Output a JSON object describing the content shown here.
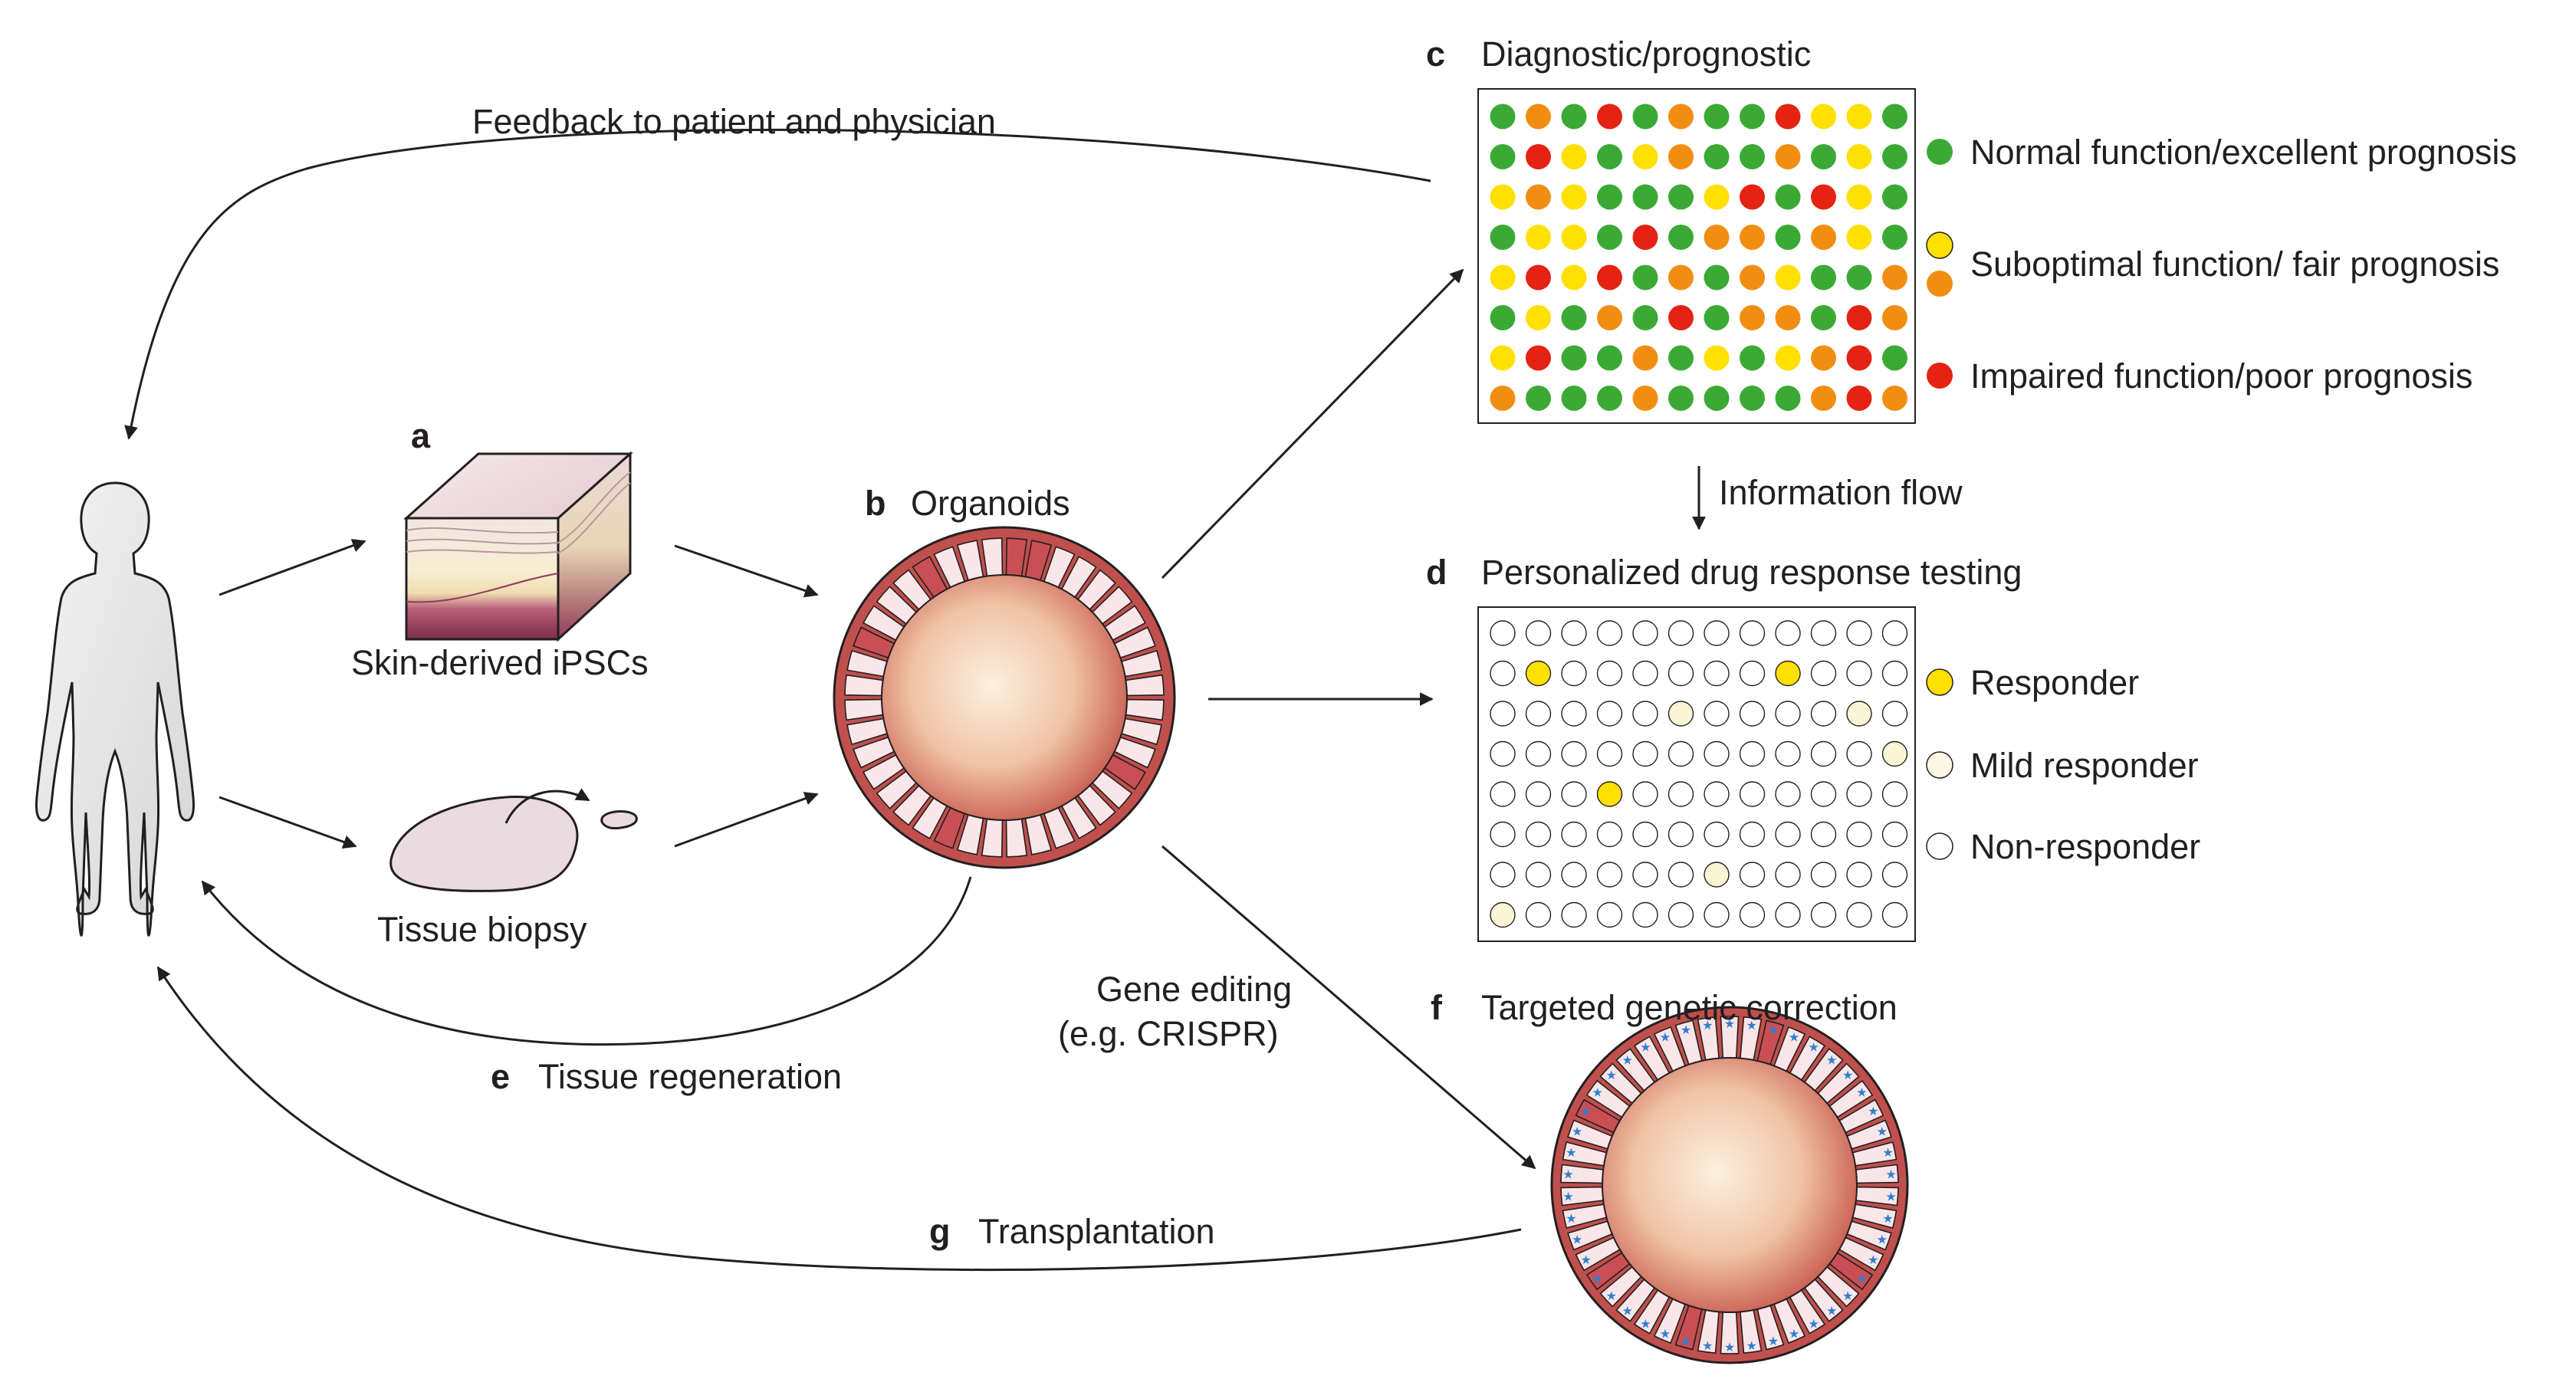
{
  "feedback_label": "Feedback to patient and physician",
  "panel_a": {
    "letter": "a",
    "label": "Skin-derived iPSCs"
  },
  "biopsy_label": "Tissue biopsy",
  "panel_b": {
    "letter": "b",
    "label": "Organoids"
  },
  "panel_c": {
    "letter": "c",
    "title": "Diagnostic/prognostic",
    "legend": [
      {
        "label": "Normal function/excellent prognosis",
        "colors": [
          "#3aaa35"
        ]
      },
      {
        "label": "Suboptimal function/ fair prognosis",
        "colors": [
          "#ffe000",
          "#f18e12"
        ]
      },
      {
        "label": "Impaired function/poor prognosis",
        "colors": [
          "#e42312"
        ]
      }
    ],
    "grid": [
      "GOGRGOGGRYYG",
      "GRYGYOGGOGYG",
      "YOYGGGYRGRYG",
      "GYYGRGOOGOYG",
      "YRYRGOGOYGGO",
      "GYGOGRGOOGRO",
      "YRGGOGYGYORG",
      "OGGGOGGGGORO"
    ],
    "colors": {
      "G": "#3aaa35",
      "O": "#f18e12",
      "R": "#e42312",
      "Y": "#ffe000"
    }
  },
  "info_flow_label": "Information flow",
  "panel_d": {
    "letter": "d",
    "title": "Personalized drug response testing",
    "legend": [
      {
        "label": "Responder",
        "color": "#ffe000"
      },
      {
        "label": "Mild responder",
        "color": "#fcf8e3"
      },
      {
        "label": "Non-responder",
        "color": "#ffffff"
      }
    ],
    "grid": [
      "NNNNNNNNNNNN",
      "NRNNNNNNRNNN",
      "NNNNNMNNNNMN",
      "NNNNNNNNNNNM",
      "NNNRNNNNNNNN",
      "NNNNNNNNNNNN",
      "NNNNNNMNNNNN",
      "MNNNNNNNNNNN"
    ],
    "colors": {
      "N": "#ffffff",
      "R": "#ffe000",
      "M": "#fcf5d5"
    }
  },
  "panel_e": {
    "letter": "e",
    "label": "Tissue regeneration"
  },
  "gene_editing_label": [
    "Gene editing",
    "(e.g. CRISPR)"
  ],
  "panel_f": {
    "letter": "f",
    "label": "Targeted genetic correction"
  },
  "panel_g": {
    "letter": "g",
    "label": "Transplantation"
  }
}
